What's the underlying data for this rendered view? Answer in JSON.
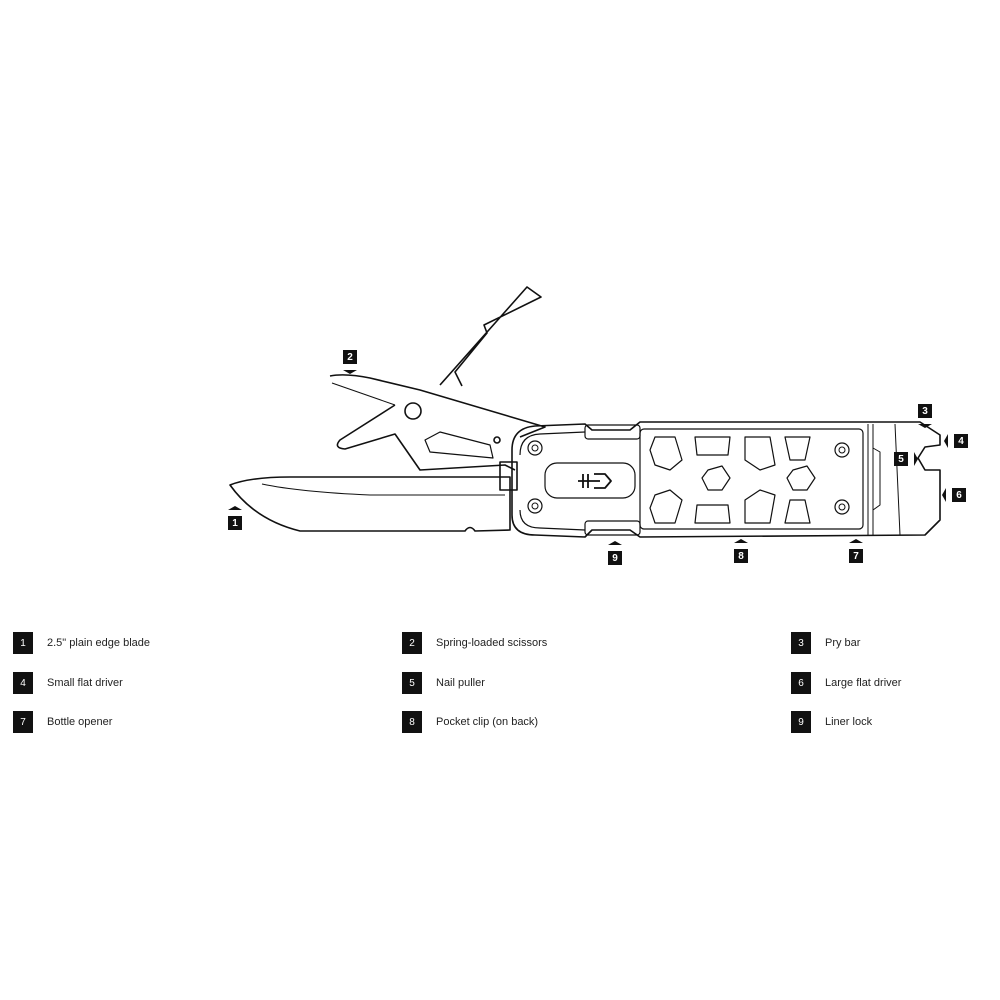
{
  "callouts": [
    "1",
    "2",
    "3",
    "4",
    "5",
    "6",
    "7",
    "8",
    "9"
  ],
  "legend": [
    {
      "num": "1",
      "label": "2.5\" plain edge blade"
    },
    {
      "num": "2",
      "label": "Spring-loaded scissors"
    },
    {
      "num": "3",
      "label": "Pry bar"
    },
    {
      "num": "4",
      "label": "Small flat driver"
    },
    {
      "num": "5",
      "label": "Nail puller"
    },
    {
      "num": "6",
      "label": "Large flat driver"
    },
    {
      "num": "7",
      "label": "Bottle opener"
    },
    {
      "num": "8",
      "label": "Pocket clip (on back)"
    },
    {
      "num": "9",
      "label": "Liner lock"
    }
  ]
}
